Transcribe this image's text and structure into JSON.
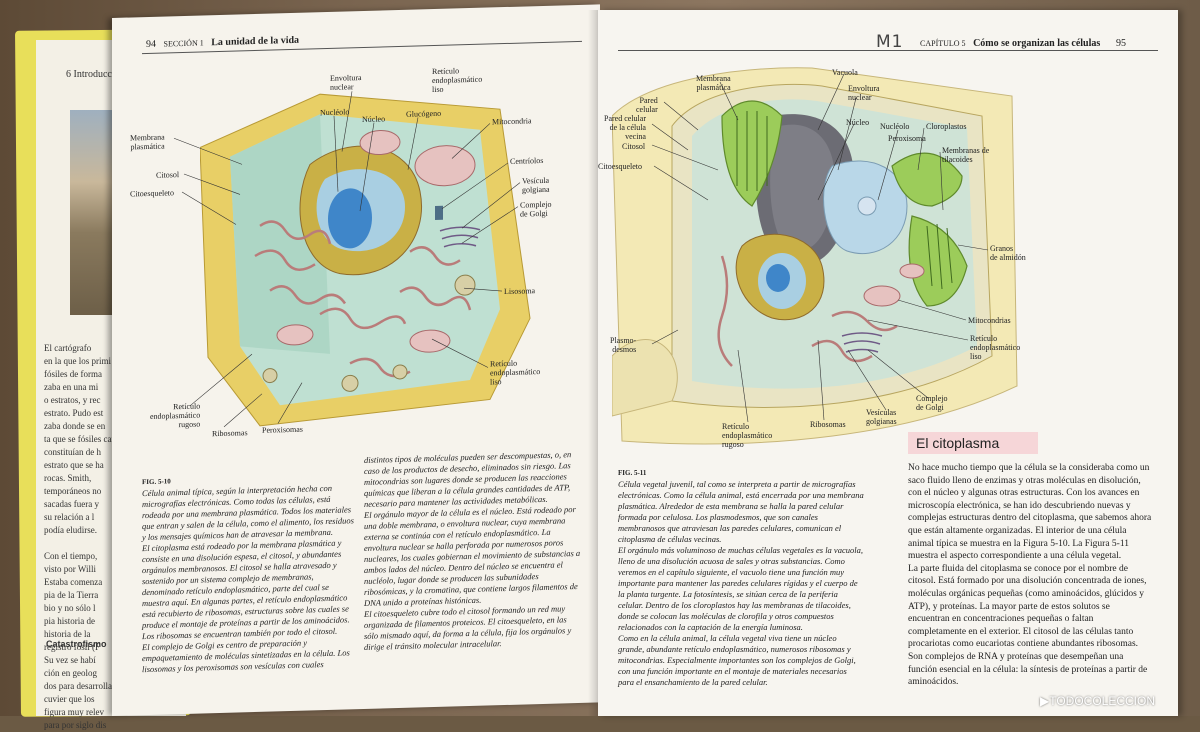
{
  "back_book": {
    "header": "6   Introducció",
    "lines": [
      "El cartógrafo",
      "en la que los primi",
      "fósiles de forma",
      "zaba en una mi",
      "o estratos, y rec",
      "estrato. Pudo est",
      "zaba donde se en",
      "ta que se fósiles can",
      "constituían de h",
      "estrato que se ha",
      "rocas. Smith,",
      "temporáneos no",
      "sacadas fuera y",
      "su relación a l",
      "podía eludirse.",
      "",
      "Con el tiempo,",
      "visto por Willi",
      "Estaba comenza",
      "pia de la Tierra",
      "bio y no sólo l",
      "pia historia de",
      "historia de la",
      "registro fósil (F"
    ],
    "section_title": "Catastrofismo",
    "lines2": [
      "Su vez se habí",
      "ción en geolog",
      "dos para desarrolla",
      "cuvier que los",
      "figura muy relev",
      "para por siglo dis"
    ]
  },
  "left_page": {
    "page_number": "94",
    "section": "SECCIÓN 1",
    "section_title": "La unidad de la vida",
    "figure_labels": {
      "membrana": "Membrana\nplasmática",
      "citosol": "Citosol",
      "citoesqueleto": "Citoesqueleto",
      "envoltura": "Envoltura\nnuclear",
      "nucleolo": "Nucléolo",
      "nucleo": "Núcleo",
      "reticulo_liso_top": "Retículo\nendoplasmático\nliso",
      "glucogeno": "Glucógeno",
      "mitocondria": "Mitocondria",
      "centriolos": "Centríolos",
      "vesicula": "Vesícula\ngolgiana",
      "golgi": "Complejo\nde Golgi",
      "lisosoma": "Lisosoma",
      "reticulo_liso_bottom": "Retículo\nendoplasmático\nliso",
      "reticulo_rugoso": "Retículo\nendoplasmático\nrugoso",
      "ribosomas": "Ribosomas",
      "peroxisomas": "Peroxisomas"
    },
    "caption_label": "FIG. 5-10",
    "caption_col1": "Célula animal típica, según la interpretación hecha con micrografías electrónicas. Como todas las células, está rodeada por una membrana plasmática. Todos los materiales que entran y salen de la célula, como el alimento, los residuos y los mensajes químicos han de atravesar la membrana.\n   El citoplasma está rodeado por la membrana plasmática y consiste en una disolución espesa, el citosol, y abundantes orgánulos membranosos. El citosol se halla atravesado y sostenido por un sistema complejo de membranas, denominado retículo endoplasmático, parte del cual se muestra aquí. En algunas partes, el retículo endoplasmático está recubierto de ribosomas, estructuras sobre las cuales se produce el montaje de proteínas a partir de los aminoácidos. Los ribosomas se encuentran también por todo el citosol.\n   El complejo de Golgi es centro de preparación y empaquetamiento de moléculas sintetizadas en la célula. Los lisosomas y los peroxisomas son vesículas con cuales",
    "caption_col2": "distintos tipos de moléculas pueden ser descompuestas, o, en caso de los productos de desecho, eliminados sin riesgo. Las mitocondrias son lugares donde se producen las reacciones químicas que liberan a la célula grandes cantidades de ATP, necesario para mantener las actividades metabólicas.\n   El orgánulo mayor de la célula es el núcleo. Está rodeado por una doble membrana, o envoltura nuclear, cuya membrana externa se continúa con el retículo endoplasmático. La envoltura nuclear se halla perforada por numerosos poros nucleares, los cuales gobiernan el movimiento de substancias a ambos lados del núcleo. Dentro del núcleo se encuentra el nucléolo, lugar donde se producen las subunidades ribosómicas, y la cromatina, que contiene largos filamentos de DNA unido a proteínas histónicas.\n   El citoesqueleto cubre todo el citosol formando un red muy organizada de filamentos proteicos. El citoesqueleto, en las sólo mismado aquí, da forma a la célula, fija los orgánulos y dirige el tránsito molecular intracelular."
  },
  "right_page": {
    "page_number": "95",
    "chapter": "CAPÍTULO 5",
    "chapter_title": "Cómo se organizan las células",
    "handnote": "M1",
    "figure_labels": {
      "membrana": "Membrana\nplasmática",
      "pared": "Pared\ncelular",
      "pared_vecina": "Pared celular\nde la célula\nvecina",
      "citosol": "Citosol",
      "citoesqueleto": "Citoesqueleto",
      "vacuola": "Vacuola",
      "envoltura": "Envoltura\nnuclear",
      "nucleo": "Núcleo",
      "nucleolo": "Nucléolo",
      "peroxisoma": "Peroxisoma",
      "cloroplastos": "Cloroplastos",
      "tilacoides": "Membranas de\ntilacoides",
      "almidon": "Granos\nde almidón",
      "mitocondrias": "Mitocondrias",
      "reticulo_liso": "Retículo\nendoplasmático\nliso",
      "golgi": "Complejo\nde Golgi",
      "vesiculas": "Vesículas\ngolgianas",
      "ribosomas": "Ribosomas",
      "reticulo_rugoso": "Retículo\nendoplasmático\nrugoso",
      "plasmodesmos": "Plasmo-\ndesmos"
    },
    "caption_label": "FIG. 5-11",
    "caption": "Célula vegetal juvenil, tal como se interpreta a partir de micrografías electrónicas. Como la célula animal, está encerrada por una membrana plasmática. Alrededor de esta membrana se halla la pared celular formada por celulosa. Los plasmodesmos, que son canales membranosos que atraviesan las paredes celulares, comunican el citoplasma de células vecinas.\n   El orgánulo más voluminoso de muchas células vegetales es la vacuola, lleno de una disolución acuosa de sales y otras substancias. Como veremos en el capítulo siguiente, el vacuolo tiene una función muy importante para mantener las paredes celulares rígidas y el cuerpo de la planta turgente. La fotosíntesis, se sitúan cerca de la periferia celular. Dentro de los cloroplastos hay las membranas de tilacoides, donde se colocan las moléculas de clorofila y otros compuestos relacionados con la captación de la energía luminosa.\n   Como en la célula animal, la célula vegetal viva tiene un núcleo grande, abundante retículo endoplasmático, numerosos ribosomas y mitocondrias. Especialmente importantes son los complejos de Golgi, con una función importante en el montaje de materiales necesarios para el ensanchamiento de la pared celular.",
    "section_title": "El citoplasma",
    "section_text": "No hace mucho tiempo que la célula se la consideraba como un saco fluido lleno de enzimas y otras moléculas en disolución, con el núcleo y algunas otras estructuras. Con los avances en microscopía electrónica, se han ido descubriendo nuevas y complejas estructuras dentro del citoplasma, que sabemos ahora que están altamente organizadas. El interior de una célula animal típica se muestra en la Figura 5-10. La Figura 5-11 muestra el aspecto correspondiente a una célula vegetal.\n   La parte fluida del citoplasma se conoce por el nombre de citosol. Está formado por una disolución concentrada de iones, moléculas orgánicas pequeñas (como aminoácidos, glúcidos y ATP), y proteínas. La mayor parte de estos solutos se encuentran en concentraciones pequeñas o faltan completamente en el exterior. El citosol de las células tanto procariotas como eucariotas contiene abundantes ribosomas. Son complejos de RNA y proteínas que desempeñan una función esencial en la célula: la síntesis de proteínas a partir de aminoácidos."
  },
  "watermark": "▶TODOCOLECCION",
  "colors": {
    "animal_cell_fill": "#bfe0d2",
    "animal_cell_wall": "#e8cf66",
    "nucleus_blue": "#3f86c9",
    "er_pink": "#d9a8a6",
    "plant_wall": "#f3e9b5",
    "chloroplast": "#8cbf4a",
    "vacuole": "#6c6c74",
    "section_highlight": "#f6d6d8"
  }
}
